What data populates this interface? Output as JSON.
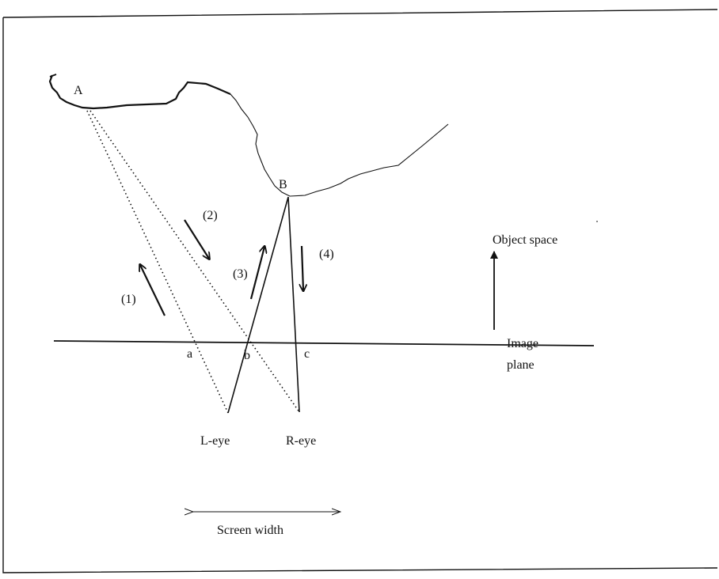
{
  "points": {
    "A": "A",
    "B": "B",
    "a": "a",
    "b": "b",
    "c": "c"
  },
  "steps": [
    "(1)",
    "(2)",
    "(3)",
    "(4)"
  ],
  "eyes": {
    "left": "L-eye",
    "right": "R-eye"
  },
  "object_space_label": "Object space",
  "image_plane_label": [
    "Image",
    "plane"
  ],
  "screen_width_label": "Screen width"
}
